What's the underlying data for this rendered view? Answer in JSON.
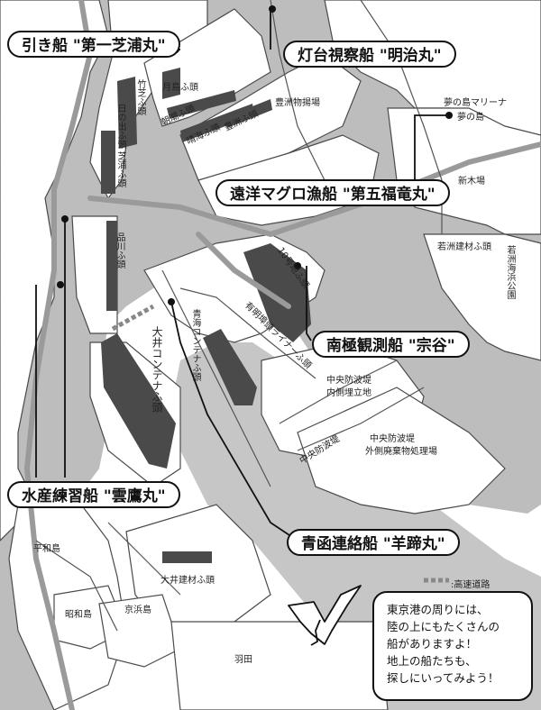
{
  "callouts": {
    "tug": "引き船 \"第一芝浦丸\"",
    "lighthouse": "灯台視察船 \"明治丸\"",
    "tuna": "遠洋マグロ漁船 \"第五福竜丸\"",
    "antarctic": "南極観測船 \"宗谷\"",
    "training": "水産練習船 \"雲鷹丸\"",
    "ferry": "青函連絡船 \"羊蹄丸\""
  },
  "places": {
    "tsukishima": "月島ふ頭",
    "harumi": "晴海ふ頭",
    "toyosu_wharf": "豊洲ふ頭",
    "toyosu_market": "豊洲物揚場",
    "asashio": "朝潮ふ頭",
    "yumenoshima_marina": "夢の島マリーナ",
    "yumenoshima": "夢の島",
    "shinkiba": "新木場",
    "wakasu_wharf": "若洲建材ふ頭",
    "wakasu_park": "若洲海浜公園",
    "shibaura_wharf": "芝浦ふ頭",
    "hinode": "日の出ふ頭",
    "takeshiba": "竹芝ふ頭",
    "shinagawa": "品川ふ頭",
    "odaiba10": "10号地ふ頭",
    "ariake_liner": "有明埠頭ライナーふ頭",
    "ooi_container": "大井コンテナふ頭",
    "aomi_container": "青海コンテナふ頭",
    "chuo_inner": [
      "中央防波堤",
      "内側埋立地"
    ],
    "chuo_outer": [
      "中央防波堤",
      "外側廃棄物処理場"
    ],
    "chuo_label": "中央防波堤",
    "heiwajima": "平和島",
    "showajima": "昭和島",
    "keihinjima": "京浜島",
    "ooi_building": "大井建材ふ頭",
    "haneda": "羽田"
  },
  "legend": {
    "expressway": ":高速道路"
  },
  "info_text": [
    "東京港の周りには、",
    "陸の上にもたくさんの",
    "船がありますよ！",
    "地上の船たちも、",
    "探しにいってみよう！"
  ]
}
